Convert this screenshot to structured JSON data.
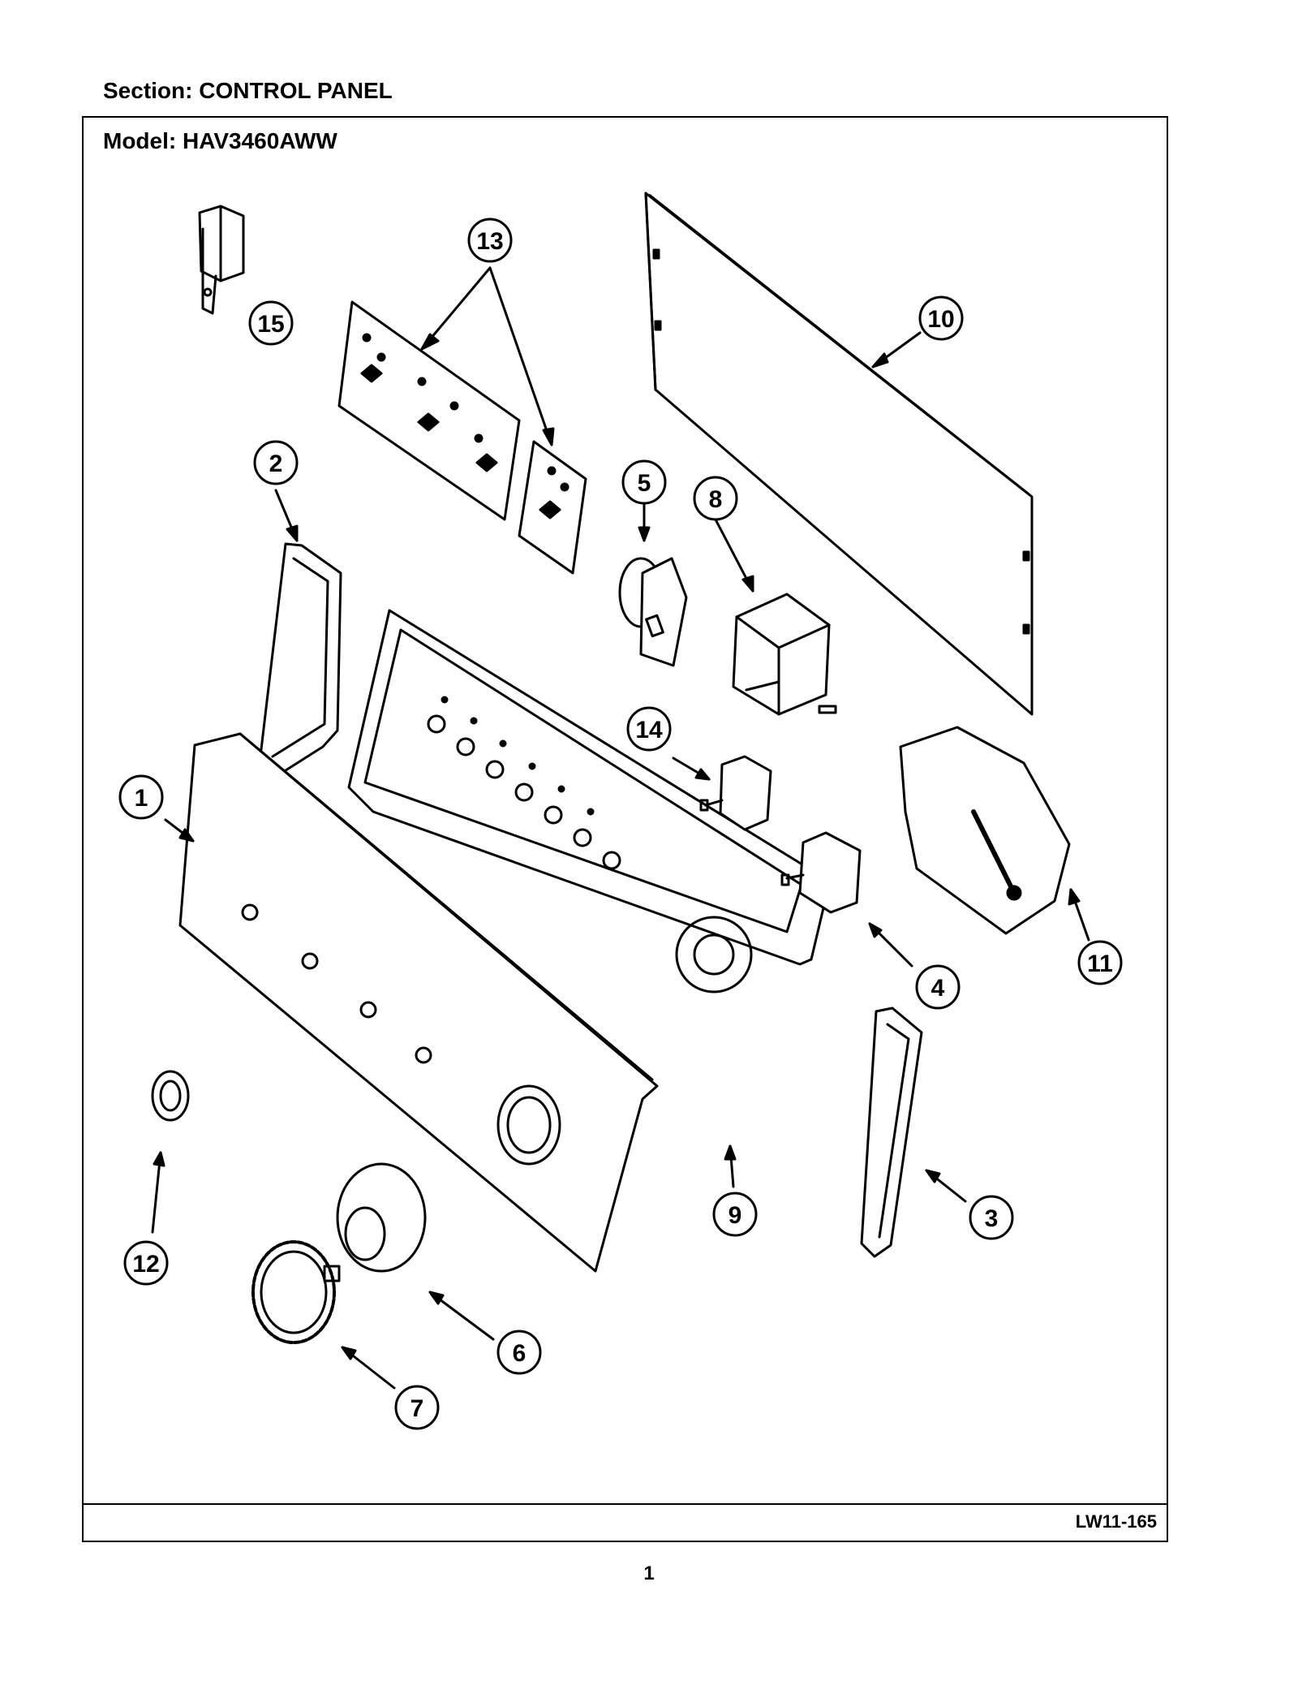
{
  "header": {
    "section_label": "Section:  CONTROL PANEL",
    "model_label": "Model:  HAV3460AWW"
  },
  "footer": {
    "diagram_code": "LW11-165",
    "page_number": "1"
  },
  "callouts": [
    "1",
    "2",
    "3",
    "4",
    "5",
    "6",
    "7",
    "8",
    "9",
    "10",
    "11",
    "12",
    "13",
    "14",
    "15"
  ]
}
